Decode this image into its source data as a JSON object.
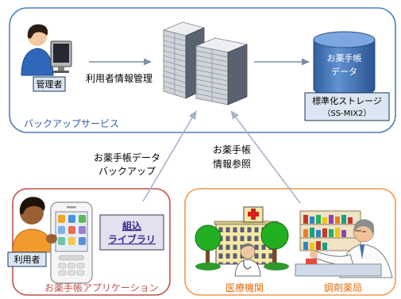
{
  "backup_service": {
    "label": "バックアップサービス",
    "admin_label": "管理者",
    "flow_label": "利用者情報管理",
    "storage": {
      "cylinder_line1": "お薬手帳",
      "cylinder_line2": "データ",
      "label_line1": "標準化ストレージ",
      "label_line2": "（SS-MIX2）"
    }
  },
  "flows": {
    "backup": {
      "line1": "お薬手帳データ",
      "line2": "バックアップ"
    },
    "reference": {
      "line1": "お薬手帳",
      "line2": "情報参照"
    }
  },
  "app": {
    "label": "お薬手帳アプリケーション",
    "user_label": "利用者",
    "library_line1": "組込",
    "library_line2": "ライブラリ"
  },
  "providers": {
    "hospital_label": "医療機関",
    "pharmacy_label": "調剤薬局"
  },
  "colors": {
    "backup_service": "#4f7fbf",
    "backup_service_text": "#2e5ea8",
    "application": "#c0504d",
    "providers": "#f79646",
    "providers_text": "#e46c0a",
    "library_text": "#3a2c8f"
  }
}
